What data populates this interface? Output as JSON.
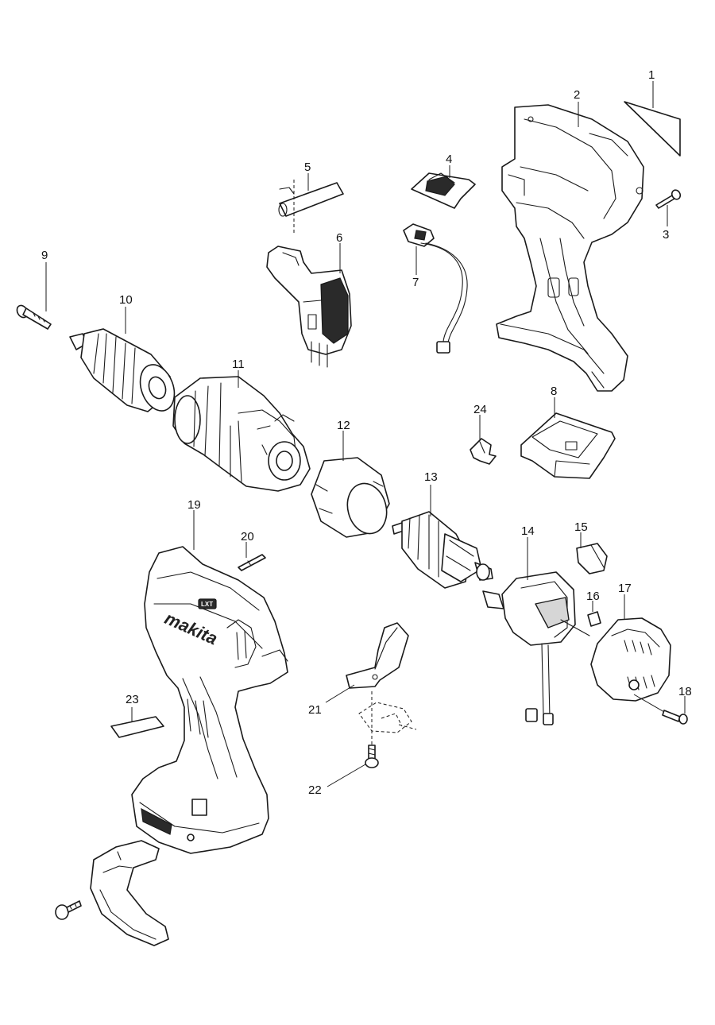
{
  "callouts": [
    "1",
    "2",
    "3",
    "4",
    "5",
    "6",
    "7",
    "8",
    "9",
    "10",
    "11",
    "12",
    "13",
    "14",
    "15",
    "16",
    "17",
    "18",
    "19",
    "20",
    "21",
    "22",
    "23",
    "24"
  ],
  "housing": {
    "logo": "makita",
    "badge": "LXT"
  },
  "colors": {
    "line": "#1a1a1a",
    "background": "#ffffff",
    "accent_fill": "#2a2a2a"
  }
}
